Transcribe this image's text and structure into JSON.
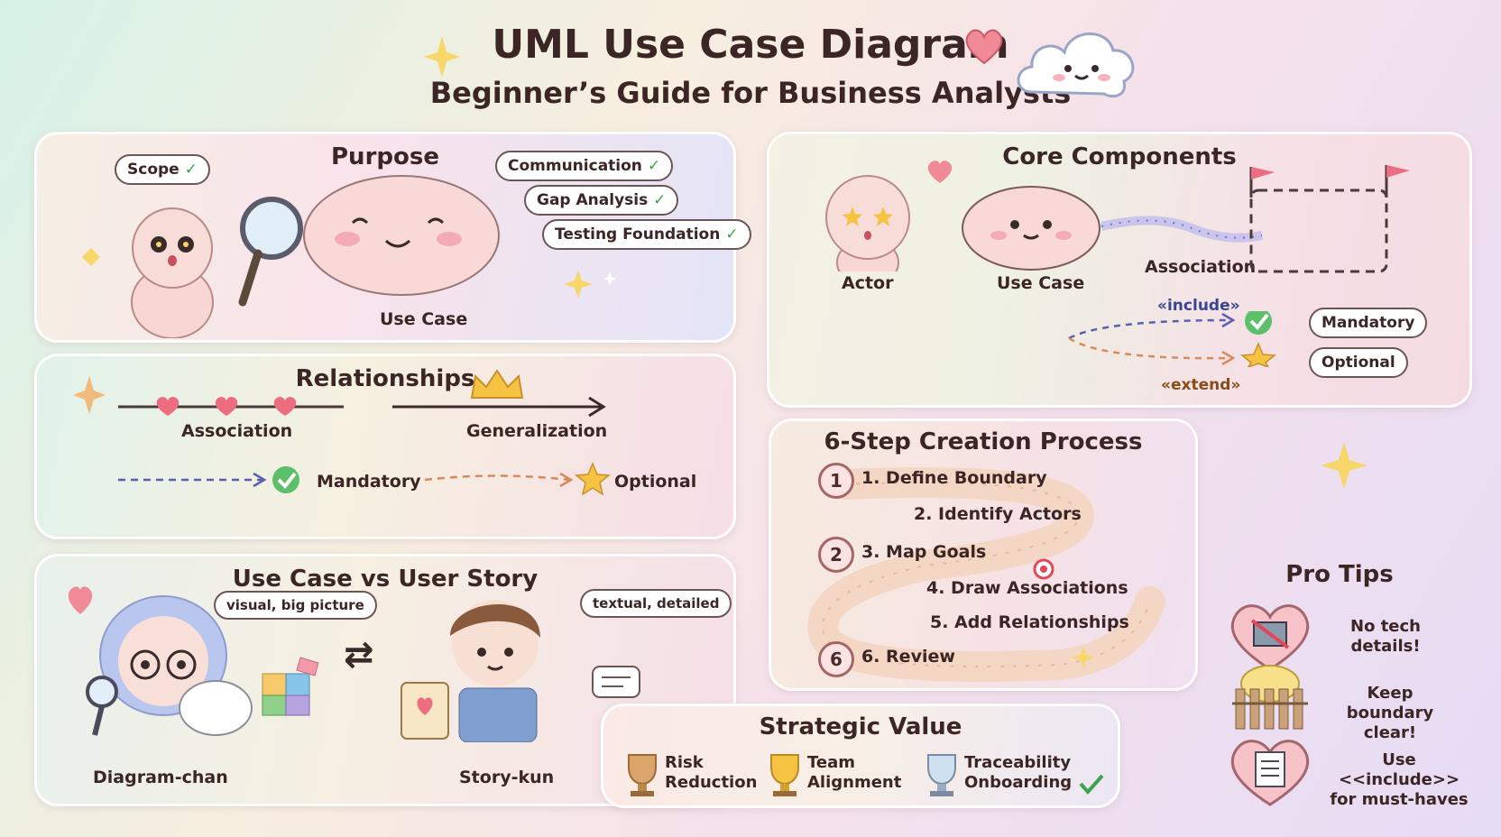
{
  "header": {
    "title": "UML Use Case Diagram",
    "subtitle": "Beginner’s Guide for Business Analysts"
  },
  "purpose": {
    "title": "Purpose",
    "scope": "Scope",
    "communication": "Communication",
    "gap_analysis": "Gap Analysis",
    "testing": "Testing Foundation",
    "use_case_label": "Use Case",
    "check": "✓"
  },
  "relationships": {
    "title": "Relationships",
    "association": "Association",
    "generalization": "Generalization",
    "mandatory": "Mandatory",
    "optional": "Optional"
  },
  "uc_vs_story": {
    "title": "Use Case vs User Story",
    "bubble_left": "visual, big picture",
    "bubble_right": "textual, detailed",
    "left_name": "Diagram-chan",
    "right_name": "Story-kun",
    "swap_symbol": "⇄"
  },
  "core": {
    "title": "Core Components",
    "actor": "Actor",
    "use_case": "Use Case",
    "association": "Association",
    "include": "«include»",
    "extend": "«extend»",
    "mandatory": "Mandatory",
    "optional": "Optional"
  },
  "steps": {
    "title": "6-Step Creation Process",
    "items": [
      {
        "num": "1",
        "label": "1. Define Boundary"
      },
      {
        "num": "",
        "label": "2. Identify Actors"
      },
      {
        "num": "2",
        "label": "3. Map Goals"
      },
      {
        "num": "",
        "label": "4. Draw Associations"
      },
      {
        "num": "",
        "label": "5. Add Relationships"
      },
      {
        "num": "6",
        "label": "6. Review"
      }
    ]
  },
  "strategic": {
    "title": "Strategic Value",
    "items": [
      {
        "line1": "Risk",
        "line2": "Reduction"
      },
      {
        "line1": "Team",
        "line2": "Alignment"
      },
      {
        "line1": "Traceability",
        "line2": "Onboarding"
      }
    ]
  },
  "tips": {
    "title": "Pro Tips",
    "items": [
      {
        "line1": "No tech",
        "line2": "details!"
      },
      {
        "line1": "Keep boundary",
        "line2": "clear!"
      },
      {
        "line1": "Use <<include>>",
        "line2": "for must-haves"
      }
    ]
  },
  "colors": {
    "mandatory_arrow": "#5a5fb0",
    "optional_arrow": "#d98a5a",
    "heart": "#ec6d7f",
    "check": "#3fa34d",
    "star": "#f5c242"
  }
}
